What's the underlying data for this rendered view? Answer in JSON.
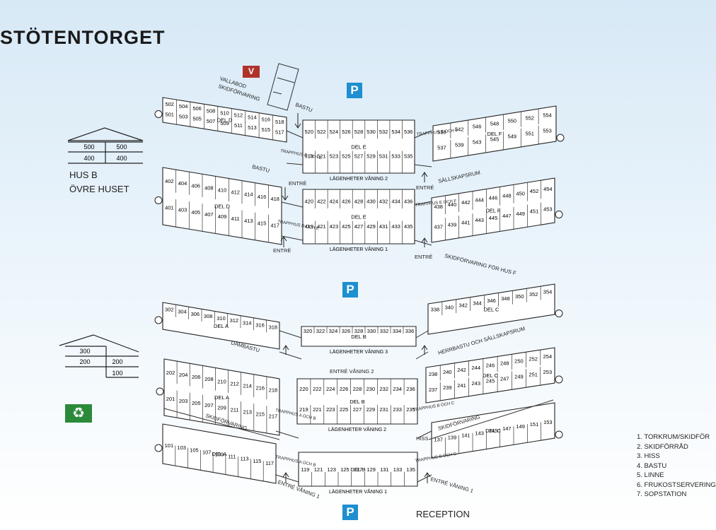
{
  "title": "STÖTENTORGET",
  "parking_label": "P",
  "v_badge": "V",
  "recycle_icon": "♻",
  "hus_b": {
    "name": "HUS B",
    "sub": "ÖVRE HUSET",
    "upper_floors": [
      "500",
      "500",
      "400",
      "400"
    ]
  },
  "hus_a_floors": [
    "300",
    "200",
    "200",
    "100"
  ],
  "reception": "RECEPTION",
  "legend": [
    "1. TORKRUM/SKIDFÖR",
    "2. SKIDFÖRRÅD",
    "3. HISS",
    "4. BASTU",
    "5. LINNE",
    "6. FRUKOSTSERVERING",
    "7. SOPSTATION"
  ],
  "labels": {
    "valla": "VALLABOD",
    "skidforvaring": "SKIDFÖRVARING",
    "bastu": "BASTU",
    "entre": "ENTRÉ",
    "entre_vaning1": "ENTRÉ VÅNING 1",
    "entre_vaning2": "ENTRÉ VÅNING 2",
    "damb": "DAMBASTU",
    "herr": "HERRBASTU OCH SÄLLSKAPSRUM",
    "sallskap": "SÄLLSKAPSRUM",
    "skidf_husf": "SKIDFÖRVARING FÖR HUS F",
    "hiss": "HISS",
    "trapp_dh": "TRAPPHUS D OCH E",
    "trapp_ef": "TRAPPHUS E OCH F",
    "trapp_ab": "TRAPPHUS A OCH B",
    "trapp_bc": "TRAPPHUS B OCH C",
    "lv1": "LÄGENHETER VÅNING 1",
    "lv2": "LÄGENHETER VÅNING 2",
    "lv3": "LÄGENHETER VÅNING 3"
  },
  "buildings": [
    {
      "name": "DEL D",
      "top": [
        "502",
        "504",
        "506",
        "508",
        "510",
        "512",
        "514",
        "516",
        "518"
      ],
      "bottom": [
        "501",
        "503",
        "505",
        "507",
        "509",
        "511",
        "513",
        "515",
        "517"
      ]
    },
    {
      "name": "DEL E",
      "top": [
        "520",
        "522",
        "524",
        "526",
        "528",
        "530",
        "532",
        "534",
        "536"
      ],
      "bottom": [
        "519",
        "521",
        "523",
        "525",
        "527",
        "529",
        "531",
        "533",
        "535"
      ],
      "caption": "LÄGENHETER VÅNING 2"
    },
    {
      "name": "DEL F",
      "top": [
        "538",
        "542",
        "546",
        "548",
        "550",
        "552",
        "554"
      ],
      "bottom": [
        "537",
        "539",
        "543",
        "545",
        "549",
        "551",
        "553"
      ]
    },
    {
      "name": "DEL D",
      "top": [
        "402",
        "404",
        "406",
        "408",
        "410",
        "412",
        "414",
        "416",
        "418"
      ],
      "bottom": [
        "401",
        "403",
        "405",
        "407",
        "409",
        "411",
        "413",
        "415",
        "417"
      ]
    },
    {
      "name": "DEL E",
      "top": [
        "420",
        "422",
        "424",
        "426",
        "428",
        "430",
        "432",
        "434",
        "436"
      ],
      "bottom": [
        "419",
        "421",
        "423",
        "425",
        "427",
        "429",
        "431",
        "433",
        "435"
      ],
      "caption": "LÄGENHETER VÅNING 1"
    },
    {
      "name": "DEL F",
      "top": [
        "438",
        "440",
        "442",
        "444",
        "446",
        "448",
        "450",
        "452",
        "454"
      ],
      "bottom": [
        "437",
        "439",
        "441",
        "443",
        "445",
        "447",
        "449",
        "451",
        "453"
      ]
    },
    {
      "name": "DEL A",
      "top": [
        "302",
        "304",
        "306",
        "308",
        "310",
        "312",
        "314",
        "316",
        "318"
      ],
      "bottom": []
    },
    {
      "name": "DEL B",
      "top": [
        "320",
        "322",
        "324",
        "326",
        "328",
        "330",
        "332",
        "334",
        "336"
      ],
      "bottom": [],
      "caption": "LÄGENHETER VÅNING 3"
    },
    {
      "name": "DEL C",
      "top": [
        "338",
        "340",
        "342",
        "344",
        "346",
        "348",
        "350",
        "352",
        "354"
      ],
      "bottom": []
    },
    {
      "name": "DEL A",
      "top": [
        "202",
        "204",
        "206",
        "208",
        "210",
        "212",
        "214",
        "216",
        "218"
      ],
      "bottom": [
        "201",
        "203",
        "205",
        "207",
        "209",
        "211",
        "213",
        "215",
        "217"
      ]
    },
    {
      "name": "DEL B",
      "top": [
        "220",
        "222",
        "224",
        "226",
        "228",
        "230",
        "232",
        "234",
        "236"
      ],
      "bottom": [
        "219",
        "221",
        "223",
        "225",
        "227",
        "229",
        "231",
        "233",
        "235"
      ],
      "caption": "LÄGENHETER VÅNING 2"
    },
    {
      "name": "DEL C",
      "top": [
        "238",
        "240",
        "242",
        "244",
        "246",
        "248",
        "250",
        "252",
        "254"
      ],
      "bottom": [
        "237",
        "239",
        "241",
        "243",
        "245",
        "247",
        "249",
        "251",
        "253"
      ]
    },
    {
      "name": "DEL A",
      "top": [],
      "bottom": [
        "101",
        "103",
        "105",
        "107",
        "109",
        "111",
        "113",
        "115",
        "117"
      ]
    },
    {
      "name": "DEL B",
      "top": [],
      "bottom": [
        "119",
        "121",
        "123",
        "125",
        "127",
        "129",
        "131",
        "133",
        "135"
      ],
      "caption": "LÄGENHETER VÅNING 1"
    },
    {
      "name": "DEL C",
      "top": [],
      "bottom": [
        "137",
        "139",
        "141",
        "143",
        "145",
        "147",
        "149",
        "151",
        "153"
      ]
    }
  ]
}
